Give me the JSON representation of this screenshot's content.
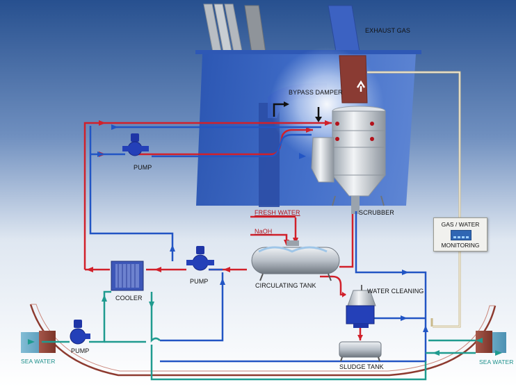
{
  "labels": {
    "exhaust_gas": "EXHAUST GAS",
    "bypass_damper": "BYPASS DAMPER",
    "scrubber": "SCRUBBER",
    "pump_top": "PUMP",
    "pump_mid": "PUMP",
    "pump_left": "PUMP",
    "fresh_water": "FRESH WATER",
    "naoh": "NaOH",
    "circulating_tank": "CIRCULATING TANK",
    "cooler": "COOLER",
    "water_cleaning": "WATER CLEANING",
    "sludge_tank": "SLUDGE TANK",
    "sea_water_left": "SEA WATER",
    "sea_water_right": "SEA WATER",
    "monitor_line1": "GAS / WATER",
    "monitor_line2": "MONITORING"
  },
  "colors": {
    "hot_line": "#d1202a",
    "cold_line": "#2255c4",
    "sea_line": "#1f9b8f",
    "signal_line": "#c9b98a",
    "pump_body": "#2440b8",
    "sky_top": "#2a4f93",
    "hull": "#9c4a3e"
  },
  "icons": [
    "pump-icon",
    "cooler-icon",
    "tank-icon",
    "separator-icon",
    "arrow-icon"
  ]
}
